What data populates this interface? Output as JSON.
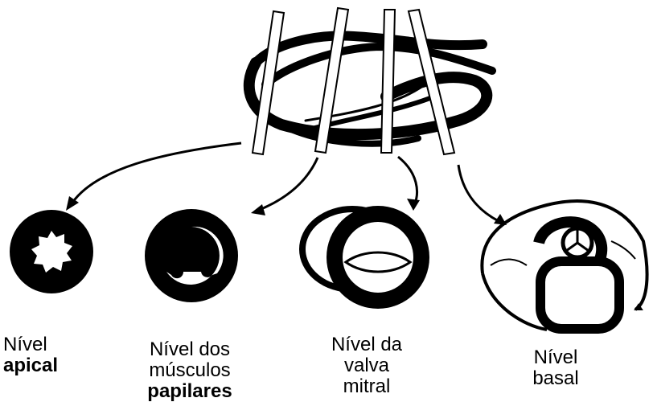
{
  "labels": {
    "apical": {
      "line1": "Nível",
      "line2": "apical"
    },
    "papilar": {
      "line1": "Nível dos",
      "line2": "músculos",
      "line3": "papilares"
    },
    "mitral": {
      "line1": "Nível da",
      "line2": "valva",
      "line3": "mitral"
    },
    "basal": {
      "line1": "Nível",
      "line2": "basal"
    }
  }
}
